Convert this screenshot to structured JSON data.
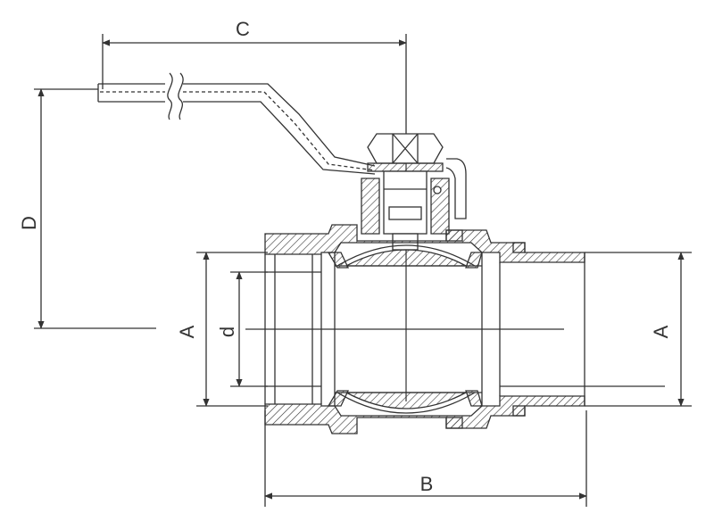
{
  "diagram": {
    "labels": {
      "c": "C",
      "d_upper": "D",
      "a_left": "A",
      "d_lower": "d",
      "a_right": "A",
      "b": "B"
    },
    "colors": {
      "line": "#333333",
      "background": "#ffffff"
    }
  }
}
